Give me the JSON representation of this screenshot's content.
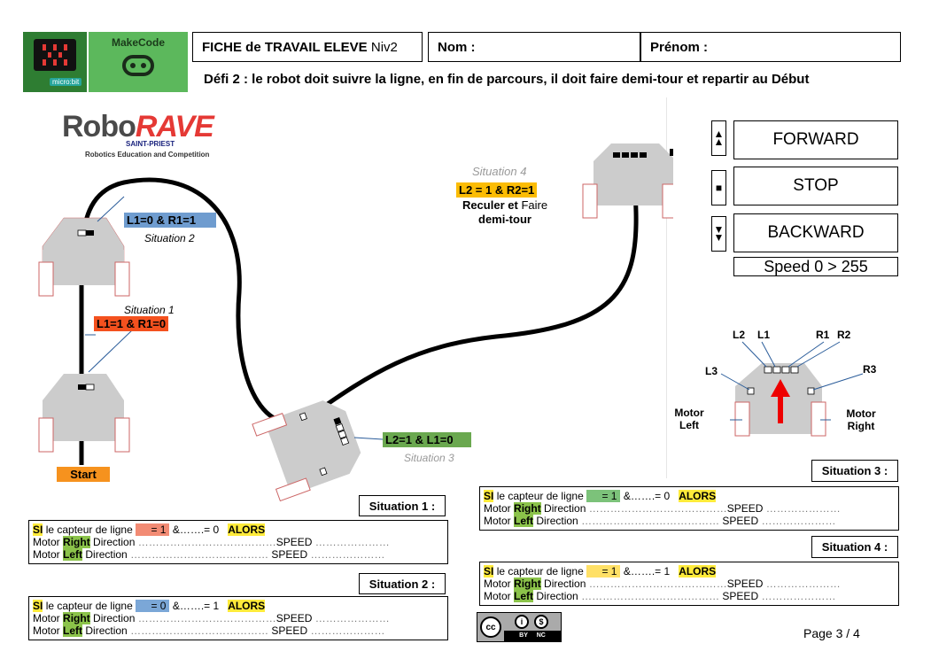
{
  "header": {
    "makecode_label": "MakeCode",
    "microbit_label": "micro:bit",
    "title_main": "FICHE de TRAVAIL ELEVE",
    "title_level": "Niv2",
    "name_label": "Nom :",
    "firstname_label": "Prénom :",
    "challenge": "Défi 2 : le robot doit suivre la ligne, en fin de parcours, il doit faire demi-tour et repartir au Début"
  },
  "logo": {
    "brand_a": "Robo",
    "brand_b": "RAVE",
    "sub": "SAINT-PRIEST",
    "tagline": "Robotics Education and Competition"
  },
  "track": {
    "start": "Start",
    "s1_name": "Situation 1",
    "s1_cond": "L1=1 & R1=0",
    "s2_name": "Situation 2",
    "s2_cond": "L1=0 & R1=1",
    "s3_name": "Situation 3",
    "s3_cond": "L2=1 & L1=0",
    "s4_name": "Situation 4",
    "s4_cond": "L2 = 1  & R2=1",
    "s4_action_a": "Reculer et",
    "s4_action_b": "Faire",
    "s4_action_c": "demi-tour"
  },
  "controls": {
    "forward": "FORWARD",
    "stop": "STOP",
    "backward": "BACKWARD",
    "speed": "Speed 0 > 255"
  },
  "sensor_diagram": {
    "l2": "L2",
    "l1": "L1",
    "r1": "R1",
    "r2": "R2",
    "l3": "L3",
    "r3": "R3",
    "motor_left_a": "Motor",
    "motor_left_b": "Left",
    "motor_right_a": "Motor",
    "motor_right_b": "Right"
  },
  "worksheet": {
    "si": "SI",
    "capteur": "le capteur de ligne",
    "alors": "ALORS",
    "motor": "Motor",
    "right": "Right",
    "left": "Left",
    "direction": "Direction",
    "speed": "SPEED",
    "dots_long": "…………………………………",
    "dots_short": "…………………",
    "s1_title": "Situation 1 :",
    "s1_a": "= 1",
    "s1_b": "&…….= 0",
    "s2_title": "Situation 2 :",
    "s2_a": "= 0",
    "s2_b": "&…….= 1",
    "s3_title": "Situation 3 :",
    "s3_a": "= 1",
    "s3_b": "&…….= 0",
    "s4_title": "Situation 4 :",
    "s4_a": "= 1",
    "s4_b": "&…….= 1"
  },
  "footer": {
    "license": "BY NC",
    "page": "Page 3 / 4"
  },
  "colors": {
    "red_label": "#f4511e",
    "blue_label": "#6f9ccf",
    "green_label": "#6aa84f",
    "orange_label": "#fbbc04",
    "start": "#f6921e"
  }
}
